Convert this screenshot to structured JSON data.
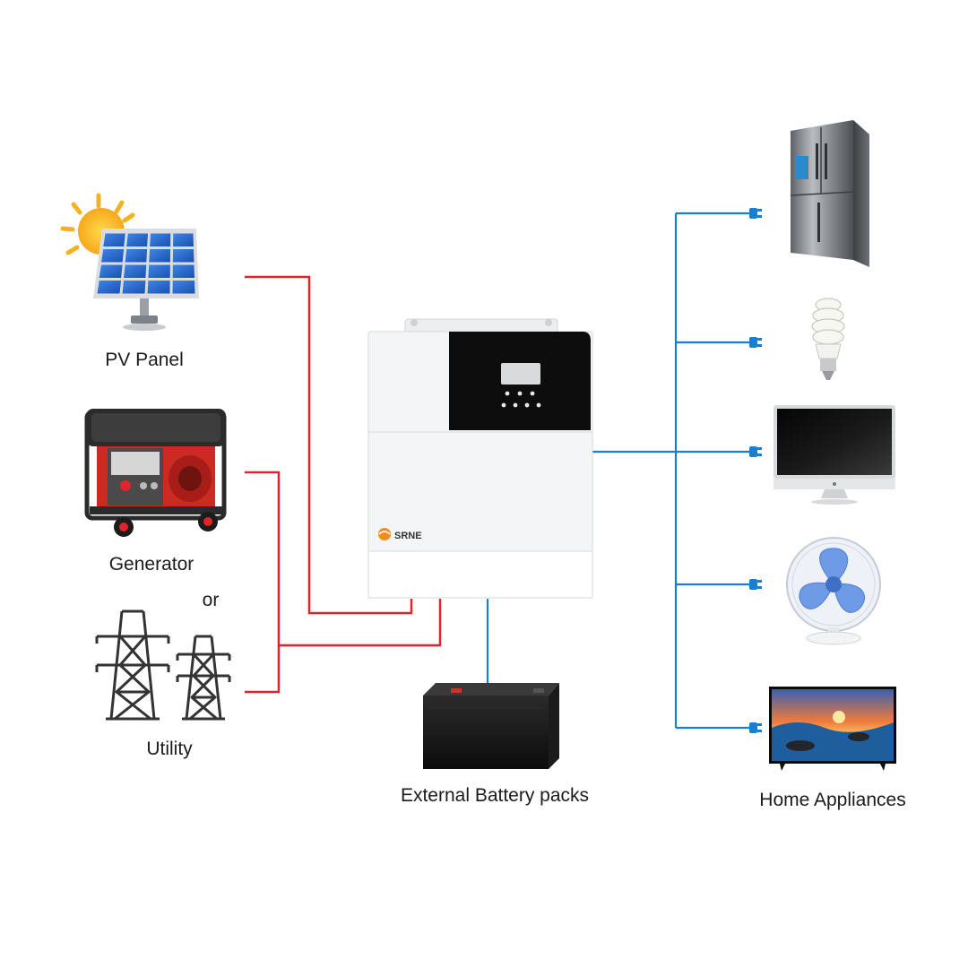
{
  "diagram": {
    "sources": [
      {
        "id": "pv",
        "label": "PV Panel",
        "icon": "solar-panel-icon"
      },
      {
        "id": "generator",
        "label": "Generator",
        "icon": "generator-icon"
      },
      {
        "id": "utility",
        "label": "Utility",
        "icon": "power-tower-icon"
      }
    ],
    "connector_word": "or",
    "inverter": {
      "brand": "SRNE",
      "icon": "inverter-icon"
    },
    "battery": {
      "label": "External Battery packs",
      "icon": "battery-icon"
    },
    "loads_label": "Home Appliances",
    "loads": [
      {
        "id": "fridge",
        "icon": "refrigerator-icon"
      },
      {
        "id": "bulb",
        "icon": "light-bulb-icon"
      },
      {
        "id": "monitor",
        "icon": "monitor-icon"
      },
      {
        "id": "fan",
        "icon": "fan-icon"
      },
      {
        "id": "tv",
        "icon": "tv-icon"
      }
    ],
    "colors": {
      "source_wire": "#e0242b",
      "load_wire": "#1a7fd1",
      "inverter_body": "#f4f5f6",
      "inverter_panel": "#0d0d0d"
    }
  }
}
